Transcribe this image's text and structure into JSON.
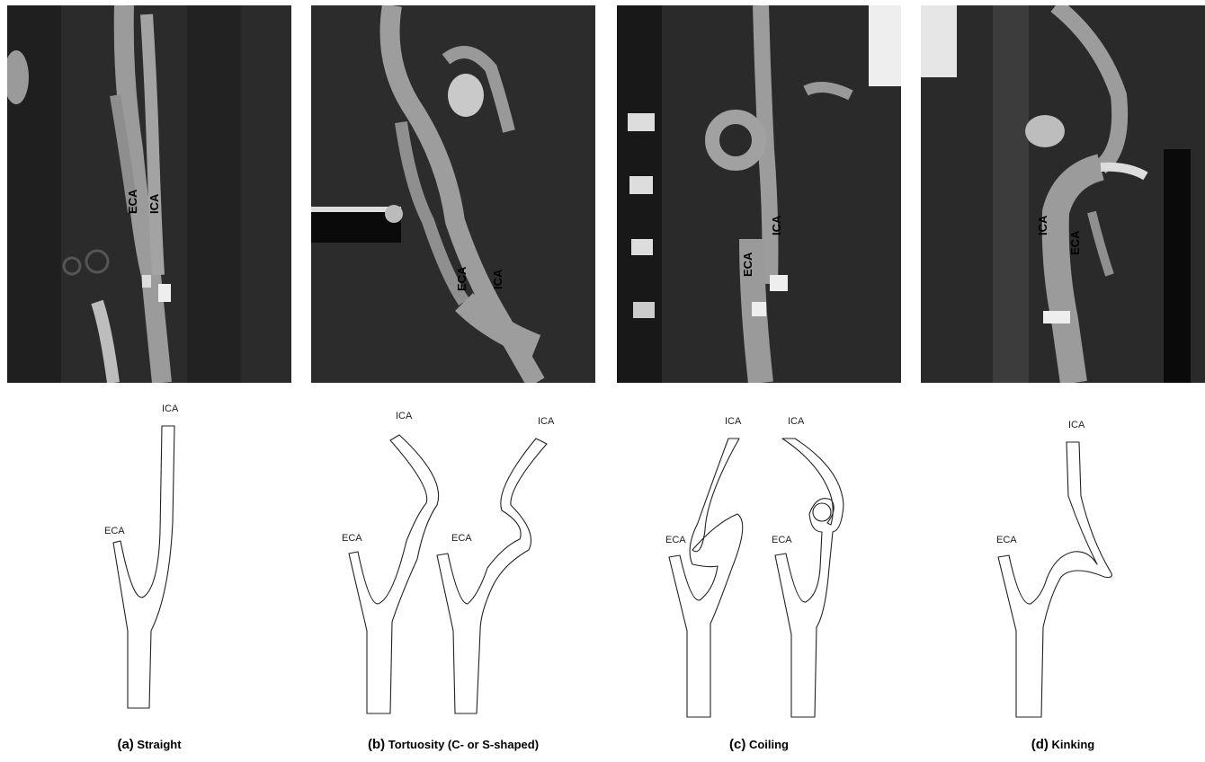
{
  "panels": [
    {
      "letter": "(a)",
      "name": "Straight",
      "ct_labels": {
        "eca": "ECA",
        "ica": "ICA"
      },
      "drawing_labels": [
        {
          "ica": "ICA",
          "eca": "ECA"
        }
      ]
    },
    {
      "letter": "(b)",
      "name": "Tortuosity (C- or S-shaped)",
      "ct_labels": {
        "eca": "ECA",
        "ica": "ICA"
      },
      "drawing_labels": [
        {
          "ica": "ICA",
          "eca": "ECA"
        },
        {
          "ica": "ICA",
          "eca": "ECA"
        }
      ]
    },
    {
      "letter": "(c)",
      "name": "Coiling",
      "ct_labels": {
        "eca": "ECA",
        "ica": "ICA"
      },
      "drawing_labels": [
        {
          "ica": "ICA",
          "eca": "ECA"
        },
        {
          "ica": "ICA",
          "eca": "ECA"
        }
      ]
    },
    {
      "letter": "(d)",
      "name": "Kinking",
      "ct_labels": {
        "eca": "ECA",
        "ica": "ICA"
      },
      "drawing_labels": [
        {
          "ica": "ICA",
          "eca": "ECA"
        }
      ]
    }
  ]
}
